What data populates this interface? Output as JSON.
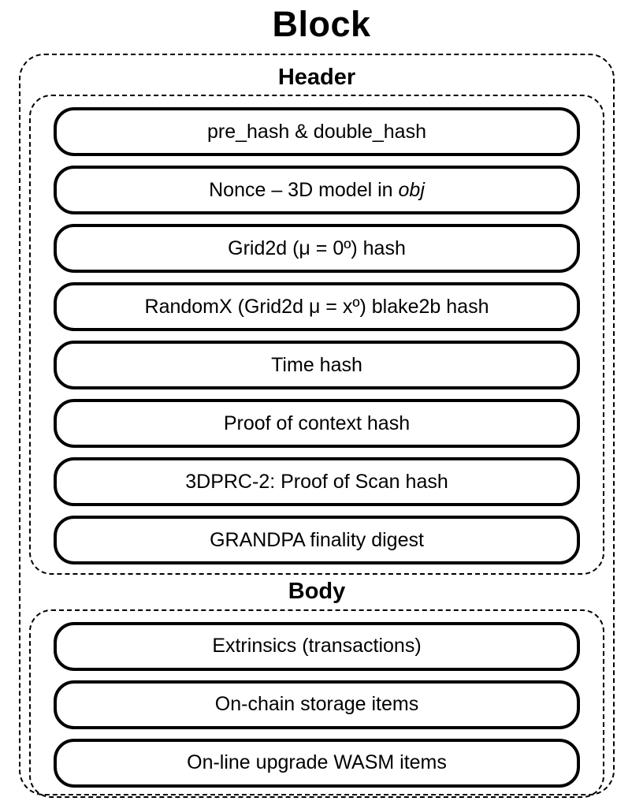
{
  "title": "Block",
  "colors": {
    "ink": "#000000",
    "background": "#ffffff"
  },
  "header": {
    "label": "Header",
    "items": [
      {
        "text": "pre_hash & double_hash"
      },
      {
        "text": "Nonce – 3D model in ",
        "em": "obj"
      },
      {
        "text": "Grid2d (μ = 0º) hash"
      },
      {
        "text": "RandomX (Grid2d μ = xº) blake2b hash"
      },
      {
        "text": "Time hash"
      },
      {
        "text": "Proof of context hash"
      },
      {
        "text": "3DPRC-2: Proof of Scan hash"
      },
      {
        "text": "GRANDPA finality digest"
      }
    ]
  },
  "body": {
    "label": "Body",
    "items": [
      {
        "text": "Extrinsics (transactions)"
      },
      {
        "text": "On-chain storage items"
      },
      {
        "text": "On-line upgrade WASM items"
      }
    ]
  }
}
